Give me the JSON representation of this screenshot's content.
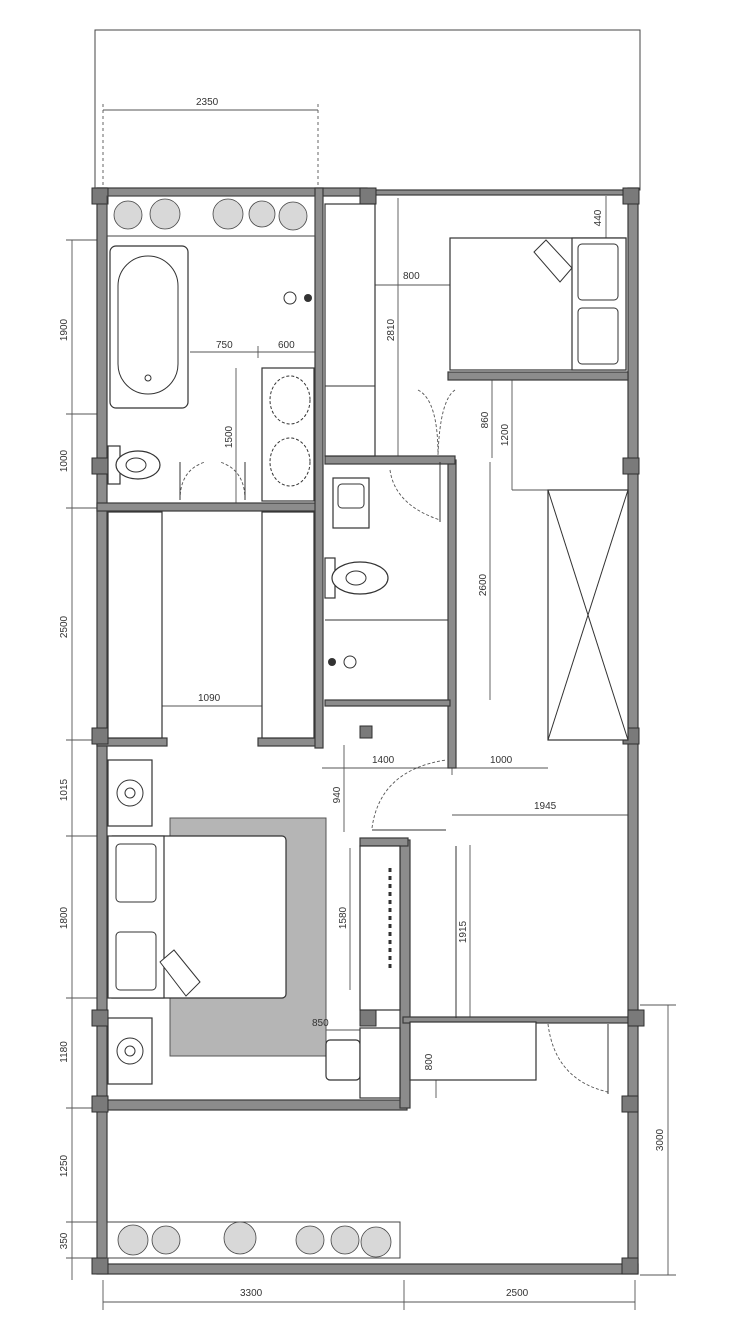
{
  "plan": {
    "dimensions": {
      "top_width": "2350",
      "left_1": "1900",
      "left_2": "1000",
      "left_3": "2500",
      "left_4": "1015",
      "left_5": "1800",
      "left_6": "1180",
      "left_7": "1250",
      "left_8": "350",
      "bottom_1": "3300",
      "bottom_2": "2500",
      "right_3000": "3000",
      "bath_750": "750",
      "bath_600": "600",
      "bath_1500": "1500",
      "bed_440": "440",
      "v_2810": "2810",
      "h_800": "800",
      "v_860": "860",
      "v_1200": "1200",
      "v_2600": "2600",
      "h_1090": "1090",
      "h_1400": "1400",
      "h_1000": "1000",
      "v_940": "940",
      "h_1945": "1945",
      "v_1580": "1580",
      "v_1915": "1915",
      "h_850": "850",
      "v_800": "800"
    },
    "colors": {
      "wall": "#8c8c8c",
      "column": "#7a7a7a",
      "rug": "#b5b5b5",
      "line": "#333333"
    }
  }
}
